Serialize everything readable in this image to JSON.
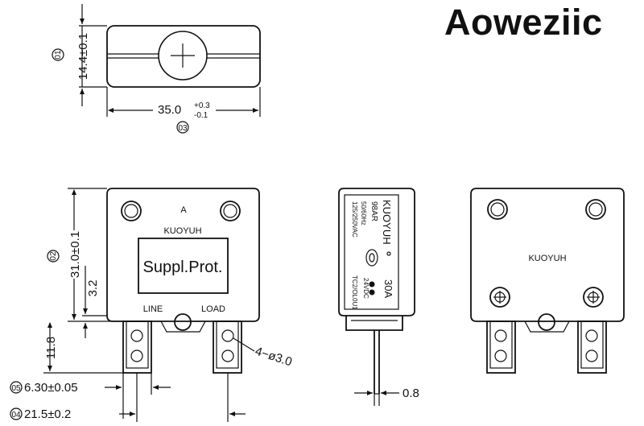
{
  "brand": "Aoweziic",
  "top_view": {
    "height_dim": "14.4±0.1",
    "width_dim_base": "35.0",
    "width_tol_plus": "+0.3",
    "width_tol_minus": "-0.1",
    "callout_height": "01",
    "callout_width": "03"
  },
  "front_view": {
    "rating_letter": "A",
    "brand_label": "KUOYUH",
    "display_text": "Suppl.Prot.",
    "line_label": "LINE",
    "load_label": "LOAD",
    "height_dim": "31.0±0.1",
    "offset_dim": "3.2",
    "terminal_dim": "11.8",
    "hole_callout": "4−ø3.0",
    "callout_height": "02",
    "terminal_width_dim": "6.30±0.05",
    "terminal_spacing_dim": "21.5±0.2",
    "callout_terminal_width": "05",
    "callout_terminal_spacing": "04"
  },
  "side_view": {
    "brand": "KUOYUH",
    "model": "98AR",
    "freq": "50/60Hz",
    "voltage_ac": "125/250VAC",
    "current": "30A",
    "voltage_dc": "24VDC",
    "code": "TC2/OL0U1",
    "thickness_dim": "0.8"
  },
  "back_view": {
    "brand_label": "KUOYUH"
  }
}
